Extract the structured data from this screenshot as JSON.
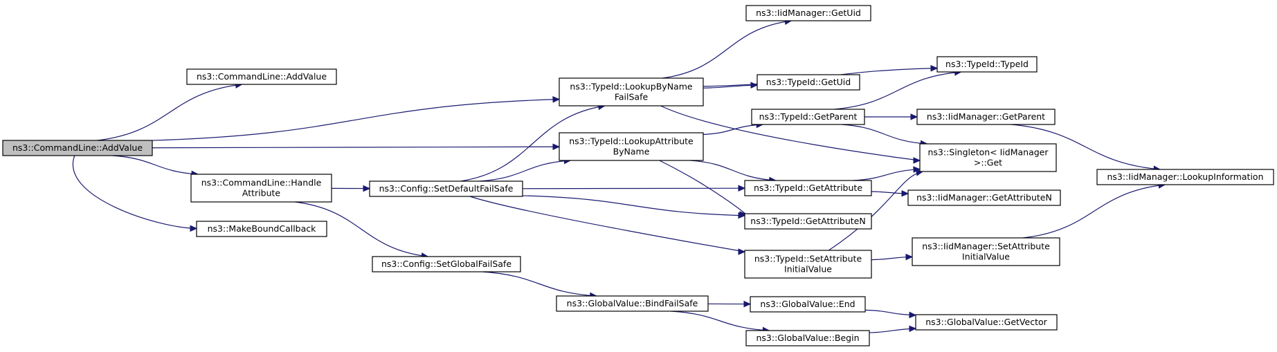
{
  "graph": {
    "kind": "call-graph",
    "colors": {
      "edge": "#191970",
      "node_border": "#000000",
      "root_fill": "#bfbfbf",
      "node_fill": "#ffffff"
    },
    "nodes": [
      {
        "id": "n0",
        "lines": [
          "ns3::CommandLine::AddValue"
        ],
        "root": true
      },
      {
        "id": "n1",
        "lines": [
          "ns3::CommandLine::AddValue"
        ]
      },
      {
        "id": "n2",
        "lines": [
          "ns3::TypeId::LookupByName",
          "FailSafe"
        ]
      },
      {
        "id": "n3",
        "lines": [
          "ns3::TypeId::LookupAttribute",
          "ByName"
        ]
      },
      {
        "id": "n4",
        "lines": [
          "ns3::CommandLine::Handle",
          "Attribute"
        ]
      },
      {
        "id": "n5",
        "lines": [
          "ns3::MakeBoundCallback"
        ]
      },
      {
        "id": "n6",
        "lines": [
          "ns3::Config::SetDefaultFailSafe"
        ]
      },
      {
        "id": "n7",
        "lines": [
          "ns3::Config::SetGlobalFailSafe"
        ]
      },
      {
        "id": "n8",
        "lines": [
          "ns3::GlobalValue::BindFailSafe"
        ]
      },
      {
        "id": "n9",
        "lines": [
          "ns3::IidManager::GetUid"
        ]
      },
      {
        "id": "n10",
        "lines": [
          "ns3::TypeId::TypeId"
        ]
      },
      {
        "id": "n11",
        "lines": [
          "ns3::TypeId::GetUid"
        ]
      },
      {
        "id": "n12",
        "lines": [
          "ns3::TypeId::GetParent"
        ]
      },
      {
        "id": "n13",
        "lines": [
          "ns3::IidManager::GetParent"
        ]
      },
      {
        "id": "n14",
        "lines": [
          "ns3::Singleton< IidManager",
          ">::Get"
        ]
      },
      {
        "id": "n15",
        "lines": [
          "ns3::IidManager::LookupInformation"
        ]
      },
      {
        "id": "n16",
        "lines": [
          "ns3::TypeId::GetAttribute"
        ]
      },
      {
        "id": "n17",
        "lines": [
          "ns3::IidManager::GetAttributeN"
        ]
      },
      {
        "id": "n18",
        "lines": [
          "ns3::TypeId::GetAttributeN"
        ]
      },
      {
        "id": "n19",
        "lines": [
          "ns3::TypeId::SetAttribute",
          "InitialValue"
        ]
      },
      {
        "id": "n20",
        "lines": [
          "ns3::IidManager::SetAttribute",
          "InitialValue"
        ]
      },
      {
        "id": "n21",
        "lines": [
          "ns3::GlobalValue::End"
        ]
      },
      {
        "id": "n22",
        "lines": [
          "ns3::GlobalValue::Begin"
        ]
      },
      {
        "id": "n23",
        "lines": [
          "ns3::GlobalValue::GetVector"
        ]
      }
    ],
    "edges": [
      {
        "from": "n0",
        "to": "n1"
      },
      {
        "from": "n0",
        "to": "n2"
      },
      {
        "from": "n0",
        "to": "n3"
      },
      {
        "from": "n0",
        "to": "n4"
      },
      {
        "from": "n0",
        "to": "n5"
      },
      {
        "from": "n2",
        "to": "n9"
      },
      {
        "from": "n2",
        "to": "n10"
      },
      {
        "from": "n2",
        "to": "n11"
      },
      {
        "from": "n2",
        "to": "n14"
      },
      {
        "from": "n3",
        "to": "n12"
      },
      {
        "from": "n3",
        "to": "n16"
      },
      {
        "from": "n3",
        "to": "n18"
      },
      {
        "from": "n4",
        "to": "n6"
      },
      {
        "from": "n4",
        "to": "n7"
      },
      {
        "from": "n6",
        "to": "n2"
      },
      {
        "from": "n6",
        "to": "n3"
      },
      {
        "from": "n6",
        "to": "n16"
      },
      {
        "from": "n6",
        "to": "n18"
      },
      {
        "from": "n6",
        "to": "n19"
      },
      {
        "from": "n7",
        "to": "n8"
      },
      {
        "from": "n8",
        "to": "n21"
      },
      {
        "from": "n8",
        "to": "n22"
      },
      {
        "from": "n12",
        "to": "n10"
      },
      {
        "from": "n12",
        "to": "n13"
      },
      {
        "from": "n12",
        "to": "n14"
      },
      {
        "from": "n13",
        "to": "n15"
      },
      {
        "from": "n16",
        "to": "n14"
      },
      {
        "from": "n16",
        "to": "n17"
      },
      {
        "from": "n19",
        "to": "n14"
      },
      {
        "from": "n19",
        "to": "n20"
      },
      {
        "from": "n20",
        "to": "n15"
      },
      {
        "from": "n21",
        "to": "n23"
      },
      {
        "from": "n22",
        "to": "n23"
      }
    ]
  }
}
